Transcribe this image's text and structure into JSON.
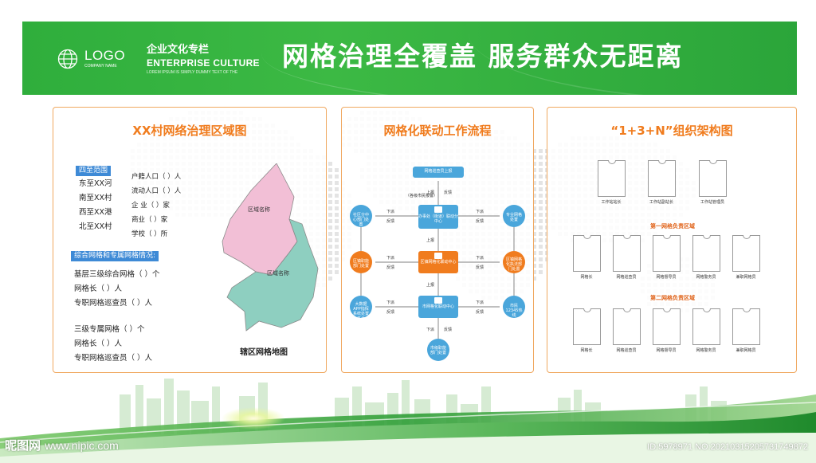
{
  "header": {
    "logo": "LOGO",
    "logo_sub": "COMPANY NAME",
    "culture_cn": "企业文化专栏",
    "culture_en": "ENTERPRISE CULTURE",
    "culture_lorem": "LOREM IPSUM IS SIMPLY DUMMY TEXT OF THE",
    "title": "网格治理全覆盖  服务群众无距离",
    "colors": {
      "green": "#35b03f",
      "orange": "#f07c1e",
      "blue": "#3e8ad6"
    }
  },
  "panel1": {
    "title": "XX村网络治理区域图",
    "boundary_tag": "四至范围",
    "boundaries": [
      "东至XX河",
      "南至XX村",
      "西至XX港",
      "北至XX村"
    ],
    "population": [
      "户籍人口（    ）人",
      "流动人口（    ）人",
      "企  业（    ）家",
      "商业（      ）家",
      "学校（      ）所"
    ],
    "grid_tag": "综合网格和专属网格情况:",
    "grid_lines_1": [
      "基层三级综合网格（          ）个",
      "网格长（    ）人",
      "专职网格巡查员（ ）人"
    ],
    "grid_lines_2": [
      "三级专属网格（          ）个",
      "网格长（ ）人",
      "专职网格巡查员（ ）人"
    ],
    "map_labels": [
      "区域名称",
      "区域名称"
    ],
    "map_caption": "辖区网格地图"
  },
  "panel2": {
    "title": "网格化联动工作流程",
    "top_node": "网格巡查员上报",
    "top_note": "（各级市民报警）",
    "centers": [
      "办事处（街道）联动分中心",
      "区镇网格化联动中心",
      "市网格化联动中心"
    ],
    "left_nodes": [
      "社区分中心部门处置",
      "区镇职能部门处置",
      "大数据APP指挥系统处置平台"
    ],
    "right_nodes": [
      "专业网格处置",
      "区镇网格化执法部门处置",
      "市民12345热线"
    ],
    "bottom_node": "市级职能部门处置",
    "arrow_up": "上报",
    "arrow_feedback": "反馈",
    "arrow_down": "下派"
  },
  "panel3": {
    "title": "“1+3+N”组织架构图",
    "top_row": [
      "工作站站长",
      "工作站副站长",
      "工作站管理员"
    ],
    "zone1": "第一网格负责区域",
    "zone1_row": [
      "网格长",
      "网格巡查员",
      "网格督导员",
      "网格警务员",
      "兼职网格员"
    ],
    "zone2": "第二网格负责区域",
    "zone2_row": [
      "网格长",
      "网格巡查员",
      "网格督导员",
      "网格警务员",
      "兼职网格员"
    ]
  },
  "watermark": {
    "site_cn": "昵图网",
    "site_url": "www.nipic.com",
    "id_line": "ID:5978971 NO:20210315205731749872"
  }
}
